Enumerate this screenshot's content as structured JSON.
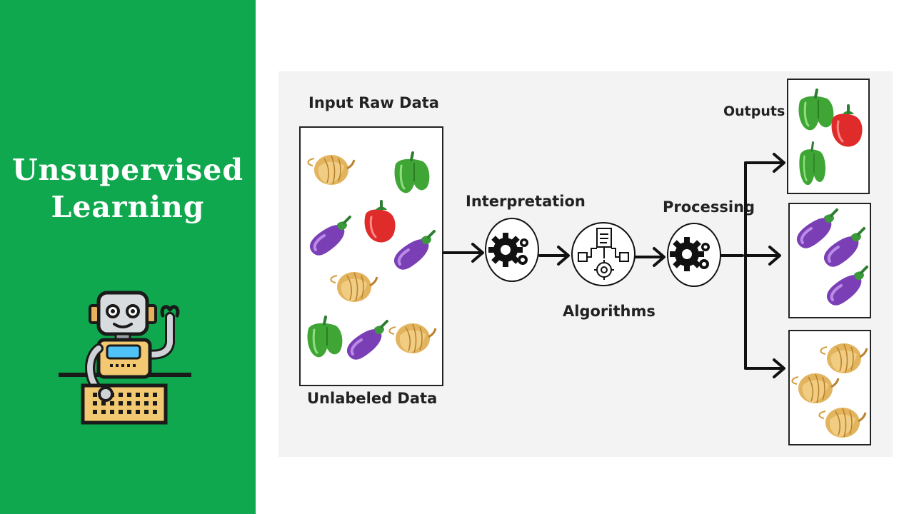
{
  "panel": {
    "title_line1": "Unsupervised",
    "title_line2": "Learning",
    "bg_color": "#10a84e"
  },
  "diagram": {
    "input_title": "Input Raw Data",
    "input_caption": "Unlabeled Data",
    "interpretation_label": "Interpretation",
    "algorithms_label": "Algorithms",
    "processing_label": "Processing",
    "outputs_label": "Outputs"
  },
  "icons": [
    "robot-icon",
    "onion-icon",
    "eggplant-icon",
    "red-pepper-icon",
    "green-pepper-icon",
    "gears-icon",
    "algorithm-icon",
    "arrow-icon"
  ]
}
